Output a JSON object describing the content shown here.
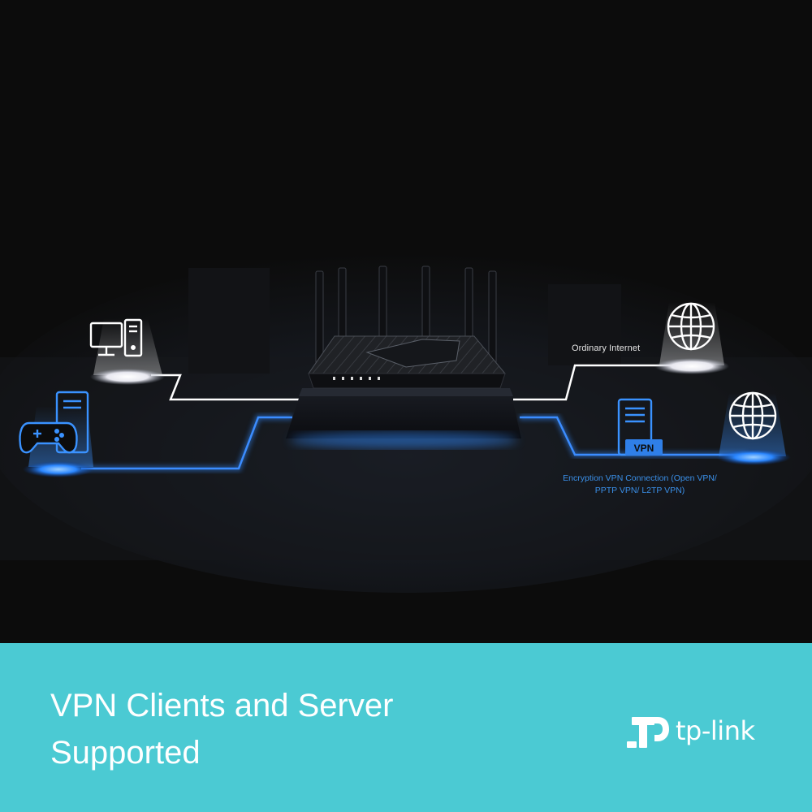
{
  "diagram": {
    "ordinary_internet_label": "Ordinary Internet",
    "vpn_connection_label": "Encryption VPN Connection (Open VPN/ PPTP VPN/ L2TP VPN)",
    "vpn_badge": "VPN"
  },
  "banner": {
    "headline": "VPN Clients and Server\nSupported",
    "brand": "tp-link"
  },
  "colors": {
    "banner": "#4bcad3",
    "vpn_line": "#2f7fe8",
    "plain_line": "#ffffff",
    "background": "#0c0c0c"
  },
  "icons": [
    "desktop-computer-icon",
    "game-controller-icon",
    "server-icon",
    "globe-icon",
    "router-icon",
    "tp-link-logo-icon"
  ]
}
